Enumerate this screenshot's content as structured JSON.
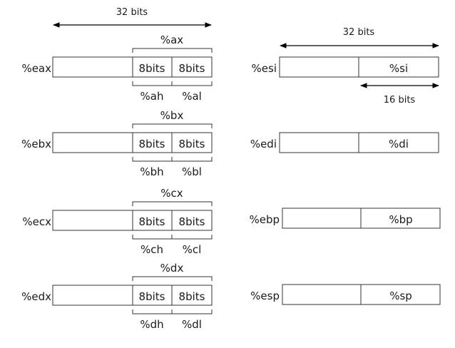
{
  "top_width_label": "32 bits",
  "general_registers": [
    {
      "name": "%eax",
      "word": "%ax",
      "high_cell": "8bits",
      "low_cell": "8bits",
      "high_name": "%ah",
      "low_name": "%al"
    },
    {
      "name": "%ebx",
      "word": "%bx",
      "high_cell": "8bits",
      "low_cell": "8bits",
      "high_name": "%bh",
      "low_name": "%bl"
    },
    {
      "name": "%ecx",
      "word": "%cx",
      "high_cell": "8bits",
      "low_cell": "8bits",
      "high_name": "%ch",
      "low_name": "%cl"
    },
    {
      "name": "%edx",
      "word": "%dx",
      "high_cell": "8bits",
      "low_cell": "8bits",
      "high_name": "%dh",
      "low_name": "%dl"
    }
  ],
  "index_width_label": "32 bits",
  "index_low_width_label": "16 bits",
  "index_registers": [
    {
      "name": "%esi",
      "low_name": "%si"
    },
    {
      "name": "%edi",
      "low_name": "%di"
    },
    {
      "name": "%ebp",
      "low_name": "%bp"
    },
    {
      "name": "%esp",
      "low_name": "%sp"
    }
  ]
}
